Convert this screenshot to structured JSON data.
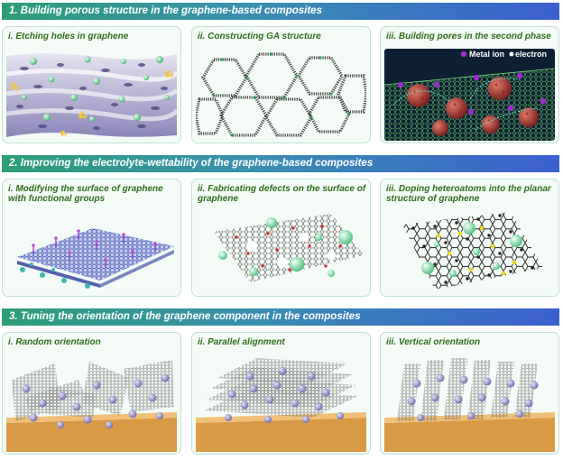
{
  "sections": [
    {
      "title": "1. Building porous structure in the graphene-based composites",
      "panels": [
        {
          "title": "i. Etching holes in graphene"
        },
        {
          "title": "ii. Constructing GA structure"
        },
        {
          "title": "iii. Building pores in the second phase",
          "legend": {
            "metal_ion": "Metal ion",
            "electron": "electron"
          }
        }
      ]
    },
    {
      "title": "2. Improving the electrolyte-wettability of the graphene-based composites",
      "panels": [
        {
          "title": "i. Modifying the surface of graphene with functional groups"
        },
        {
          "title": "ii. Fabricating defects on the surface of graphene"
        },
        {
          "title": "iii. Doping heteroatoms into the planar structure of graphene"
        }
      ]
    },
    {
      "title": "3. Tuning the orientation of the graphene component in the composites",
      "panels": [
        {
          "title": "i. Random orientation"
        },
        {
          "title": "ii. Parallel alignment"
        },
        {
          "title": "iii. Vertical orientation"
        }
      ]
    }
  ],
  "colors": {
    "header_start": "#2e9d78",
    "header_end": "#3b5fd0",
    "panel_title": "#2f6d1c",
    "panel_border": "#bfe3cf",
    "substrate": "#d99a45",
    "sphere_green": "#8fe0b0",
    "sphere_purple": "#8f88c4",
    "pore_red": "#a52a2a"
  }
}
